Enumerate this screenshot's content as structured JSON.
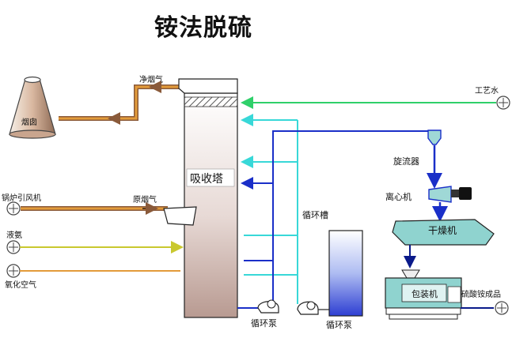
{
  "title": "铵法脱硫",
  "labels": {
    "chimney": "烟囱",
    "clean_flue_gas": "净烟气",
    "process_water": "工艺水",
    "absorber_tower": "吸收塔",
    "cyclone": "旋流器",
    "boiler_fan": "锅炉引风机",
    "raw_flue_gas": "原烟气",
    "liquid_ammonia": "液氨",
    "oxidation_air": "氧化空气",
    "centrifuge": "离心机",
    "circulation_tank": "循环槽",
    "dryer": "干燥机",
    "circ_pump_1": "循环泵",
    "circ_pump_2": "循环泵",
    "packer": "包装机",
    "ammonium_sulfate_product": "硫酸铵成品"
  },
  "colors": {
    "green": "#2fd06a",
    "cyan": "#38d8d8",
    "blue": "#1a2fc8",
    "dark_blue": "#0a1a8a",
    "orange": "#e39b3a",
    "brown": "#8a5a3a",
    "yellow": "#d8d63a",
    "equipment_teal": "#8fd3cf",
    "tower_fill_top": "#ffffff",
    "tower_fill_bottom": "#b89a91"
  }
}
